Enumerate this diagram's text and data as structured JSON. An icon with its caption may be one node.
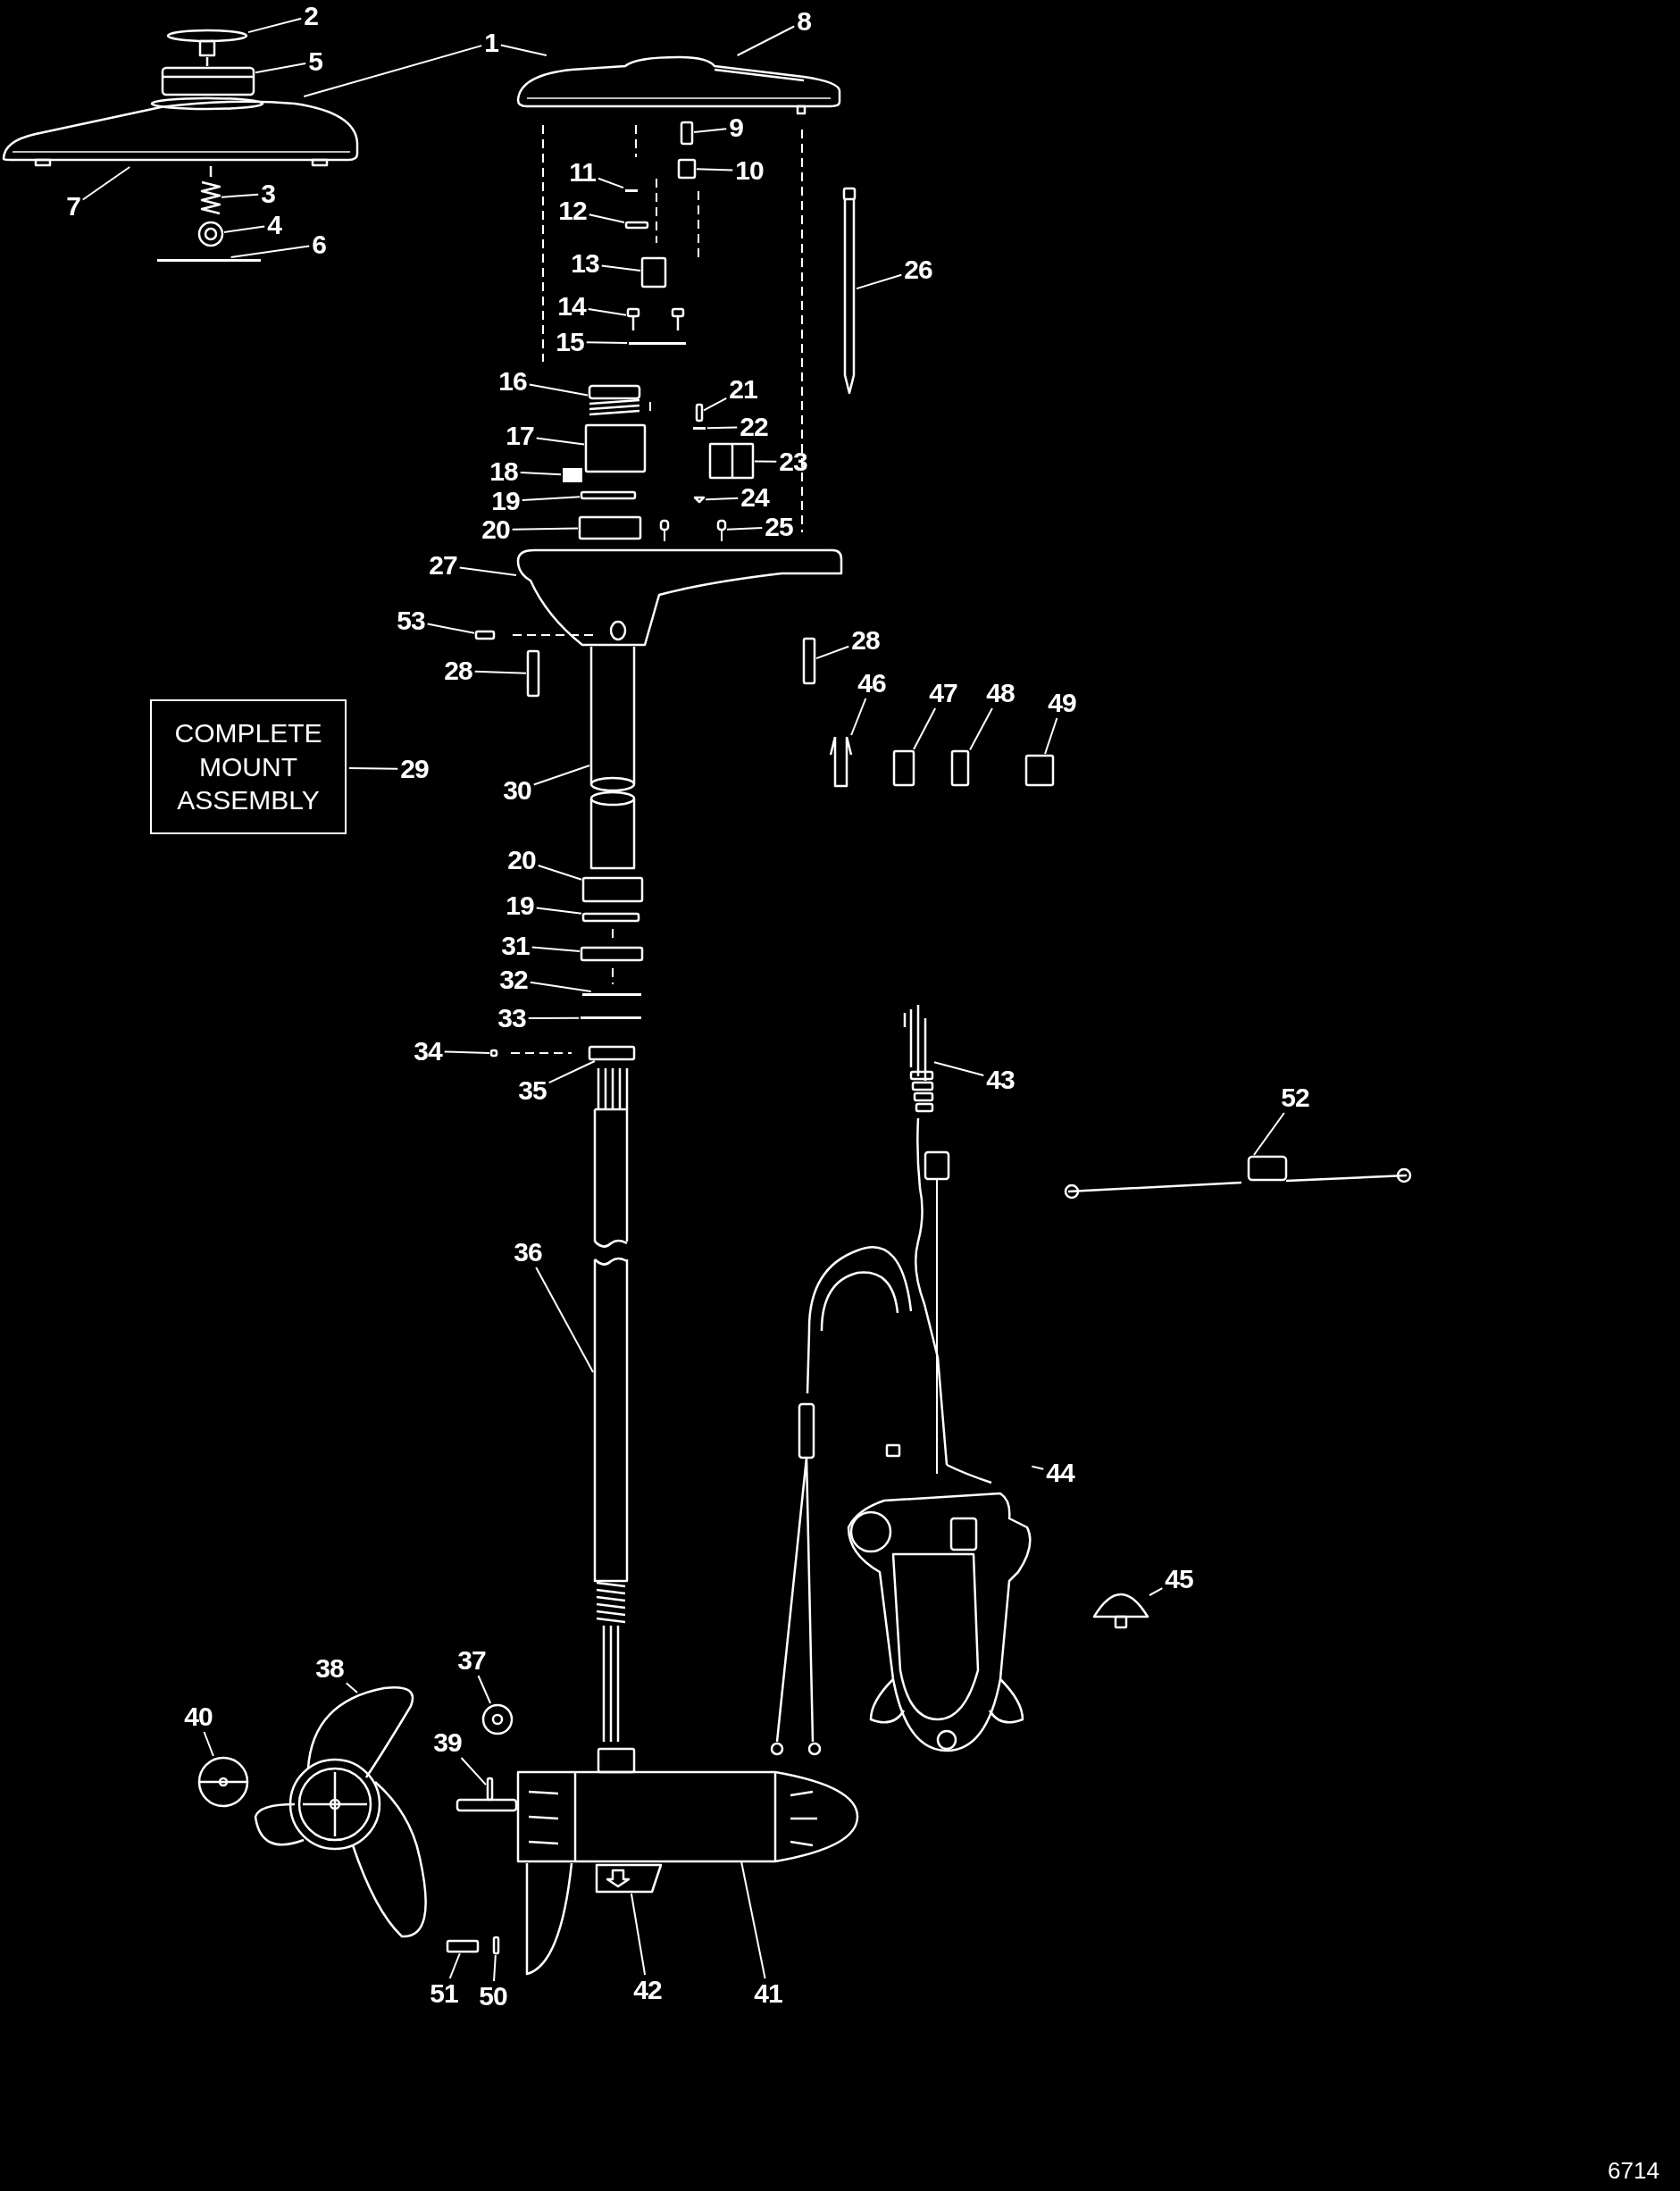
{
  "diagram": {
    "nodes": [
      {
        "text": [
          "2"
        ]
      },
      {
        "text": [
          "1"
        ]
      },
      {
        "text": [
          "8"
        ]
      },
      {
        "text": [
          "5"
        ]
      },
      {
        "text": [
          "9"
        ]
      },
      {
        "text": [
          "10"
        ]
      },
      {
        "text": [
          "11"
        ]
      },
      {
        "text": [
          "7"
        ]
      },
      {
        "text": [
          "3"
        ]
      },
      {
        "text": [
          "12"
        ]
      },
      {
        "text": [
          "4"
        ]
      },
      {
        "text": [
          "6"
        ]
      },
      {
        "text": [
          "13"
        ]
      },
      {
        "text": [
          "26"
        ]
      },
      {
        "text": [
          "14"
        ]
      },
      {
        "text": [
          "15"
        ]
      },
      {
        "text": [
          "16"
        ]
      },
      {
        "text": [
          "21"
        ]
      },
      {
        "text": [
          "22"
        ]
      },
      {
        "text": [
          "17"
        ]
      },
      {
        "text": [
          "23"
        ]
      },
      {
        "text": [
          "18"
        ]
      },
      {
        "text": [
          "24"
        ]
      },
      {
        "text": [
          "19"
        ]
      },
      {
        "text": [
          "25"
        ]
      },
      {
        "text": [
          "20"
        ]
      },
      {
        "text": [
          "27"
        ]
      },
      {
        "text": [
          "53"
        ]
      },
      {
        "text": [
          "28"
        ]
      },
      {
        "text": [
          "28"
        ]
      },
      {
        "text": [
          "46"
        ]
      },
      {
        "text": [
          "47"
        ]
      },
      {
        "text": [
          "48"
        ]
      },
      {
        "text": [
          "49"
        ]
      },
      {
        "text": [
          "COMPLETE MOUNT ASSEMBLY"
        ]
      },
      {
        "text": [
          "29"
        ]
      },
      {
        "text": [
          "30"
        ]
      },
      {
        "text": [
          "20"
        ]
      },
      {
        "text": [
          "19"
        ]
      },
      {
        "text": [
          "31"
        ]
      },
      {
        "text": [
          "32"
        ]
      },
      {
        "text": [
          "33"
        ]
      },
      {
        "text": [
          "34"
        ]
      },
      {
        "text": [
          "35"
        ]
      },
      {
        "text": [
          "43"
        ]
      },
      {
        "text": [
          "52"
        ]
      },
      {
        "text": [
          "36"
        ]
      },
      {
        "text": [
          "44"
        ]
      },
      {
        "text": [
          "45"
        ]
      },
      {
        "text": [
          "37"
        ]
      },
      {
        "text": [
          "40"
        ]
      },
      {
        "text": [
          "38"
        ]
      },
      {
        "text": [
          "39"
        ]
      },
      {
        "text": [
          "41"
        ]
      },
      {
        "text": [
          "42"
        ]
      },
      {
        "text": [
          "51"
        ]
      },
      {
        "text": [
          "50"
        ]
      },
      {
        "text": [],
        "shape": "picture"
      },
      {
        "text": [],
        "shape": "picture"
      },
      {
        "text": [],
        "shape": "picture"
      },
      {
        "text": [],
        "shape": "picture"
      },
      {
        "text": [],
        "shape": "box"
      },
      {
        "text": [],
        "shape": "box"
      },
      {
        "text": [],
        "shape": "bar"
      },
      {
        "text": [],
        "shape": "picture"
      },
      {
        "text": [],
        "shape": "box"
      },
      {
        "text": [],
        "shape": "picture"
      },
      {
        "text": [],
        "shape": "bar"
      },
      {
        "text": [],
        "shape": "box"
      },
      {
        "text": [],
        "shape": "picture"
      },
      {
        "text": [],
        "shape": "picture"
      },
      {
        "text": [],
        "shape": "bar"
      },
      {
        "text": [],
        "shape": "picture"
      },
      {
        "text": [],
        "shape": "box"
      },
      {
        "text": [],
        "shape": "bar"
      },
      {
        "text": [],
        "shape": "box"
      },
      {
        "text": [],
        "shape": "picture"
      },
      {
        "text": [],
        "shape": "bar"
      },
      {
        "text": [],
        "shape": "triangle"
      },
      {
        "text": [],
        "shape": "box"
      },
      {
        "text": [],
        "shape": "picture"
      },
      {
        "text": [],
        "shape": "box"
      },
      {
        "text": [],
        "shape": "picture"
      },
      {
        "text": [],
        "shape": "box"
      },
      {
        "text": [],
        "shape": "box"
      },
      {
        "text": [],
        "shape": "box"
      },
      {
        "text": [],
        "shape": "picture"
      },
      {
        "text": [],
        "shape": "box"
      },
      {
        "text": [],
        "shape": "box"
      },
      {
        "text": [],
        "shape": "box"
      },
      {
        "text": [],
        "shape": "picture"
      },
      {
        "text": [],
        "shape": "box"
      },
      {
        "text": [],
        "shape": "box"
      },
      {
        "text": [],
        "shape": "box"
      },
      {
        "text": [],
        "shape": "bar"
      },
      {
        "text": [],
        "shape": "bar"
      },
      {
        "text": [],
        "shape": "box"
      },
      {
        "text": [],
        "shape": "box"
      },
      {
        "text": [],
        "shape": "picture"
      },
      {
        "text": [],
        "shape": "picture"
      },
      {
        "text": [],
        "shape": "picture"
      },
      {
        "text": [],
        "shape": "picture"
      },
      {
        "text": [],
        "shape": "picture"
      },
      {
        "text": [],
        "shape": "picture"
      },
      {
        "text": [],
        "shape": "picture"
      },
      {
        "text": [],
        "shape": "picture"
      },
      {
        "text": [],
        "shape": "box"
      },
      {
        "text": [],
        "shape": "picture"
      },
      {
        "text": [],
        "shape": "picture"
      },
      {
        "text": [],
        "shape": "box"
      },
      {
        "text": [],
        "shape": "box"
      }
    ],
    "edges": [
      {
        "from": 0,
        "to": 57,
        "arrow": "none"
      },
      {
        "from": 1,
        "to": 58,
        "arrow": "none"
      },
      {
        "from": 1,
        "to": 59,
        "arrow": "none"
      },
      {
        "from": 2,
        "to": 59,
        "arrow": "none"
      },
      {
        "from": 3,
        "to": 60,
        "arrow": "none"
      },
      {
        "from": 4,
        "to": 61,
        "arrow": "none"
      },
      {
        "from": 5,
        "to": 62,
        "arrow": "none"
      },
      {
        "from": 6,
        "to": 63,
        "arrow": "none"
      },
      {
        "from": 7,
        "to": 58,
        "arrow": "none"
      },
      {
        "from": 8,
        "to": 64,
        "arrow": "none"
      },
      {
        "from": 9,
        "to": 65,
        "arrow": "none"
      },
      {
        "from": 10,
        "to": 66,
        "arrow": "none"
      },
      {
        "from": 11,
        "to": 67,
        "arrow": "none"
      },
      {
        "from": 12,
        "to": 68,
        "arrow": "none"
      },
      {
        "from": 13,
        "to": 69,
        "arrow": "none"
      },
      {
        "from": 14,
        "to": 70,
        "arrow": "none"
      },
      {
        "from": 15,
        "to": 71,
        "arrow": "none"
      },
      {
        "from": 16,
        "to": 72,
        "arrow": "none"
      },
      {
        "from": 17,
        "to": 73,
        "arrow": "none"
      },
      {
        "from": 18,
        "to": 74,
        "arrow": "none"
      },
      {
        "from": 19,
        "to": 75,
        "arrow": "none"
      },
      {
        "from": 20,
        "to": 76,
        "arrow": "none"
      },
      {
        "from": 21,
        "to": 77,
        "arrow": "none"
      },
      {
        "from": 22,
        "to": 78,
        "arrow": "none"
      },
      {
        "from": 23,
        "to": 79,
        "arrow": "none"
      },
      {
        "from": 24,
        "to": 80,
        "arrow": "none"
      },
      {
        "from": 25,
        "to": 81,
        "arrow": "none"
      },
      {
        "from": 26,
        "to": 82,
        "arrow": "none"
      },
      {
        "from": 27,
        "to": 83,
        "arrow": "none"
      },
      {
        "from": 28,
        "to": 84,
        "arrow": "none"
      },
      {
        "from": 29,
        "to": 85,
        "arrow": "none"
      },
      {
        "from": 30,
        "to": 86,
        "arrow": "none"
      },
      {
        "from": 31,
        "to": 87,
        "arrow": "none"
      },
      {
        "from": 32,
        "to": 88,
        "arrow": "none"
      },
      {
        "from": 33,
        "to": 89,
        "arrow": "none"
      },
      {
        "from": 35,
        "to": 34,
        "arrow": "none"
      },
      {
        "from": 36,
        "to": 90,
        "arrow": "none"
      },
      {
        "from": 37,
        "to": 91,
        "arrow": "none"
      },
      {
        "from": 38,
        "to": 92,
        "arrow": "none"
      },
      {
        "from": 39,
        "to": 93,
        "arrow": "none"
      },
      {
        "from": 40,
        "to": 94,
        "arrow": "none"
      },
      {
        "from": 41,
        "to": 95,
        "arrow": "none"
      },
      {
        "from": 42,
        "to": 96,
        "arrow": "none"
      },
      {
        "from": 43,
        "to": 97,
        "arrow": "none"
      },
      {
        "from": 44,
        "to": 98,
        "arrow": "none"
      },
      {
        "from": 45,
        "to": 99,
        "arrow": "none"
      },
      {
        "from": 46,
        "to": 100,
        "arrow": "none"
      },
      {
        "from": 47,
        "to": 101,
        "arrow": "none"
      },
      {
        "from": 48,
        "to": 102,
        "arrow": "none"
      },
      {
        "from": 49,
        "to": 103,
        "arrow": "none"
      },
      {
        "from": 50,
        "to": 104,
        "arrow": "none"
      },
      {
        "from": 51,
        "to": 105,
        "arrow": "none"
      },
      {
        "from": 52,
        "to": 106,
        "arrow": "none"
      },
      {
        "from": 53,
        "to": 107,
        "arrow": "none"
      },
      {
        "from": 54,
        "to": 108,
        "arrow": "none"
      },
      {
        "from": 55,
        "to": 109,
        "arrow": "none"
      },
      {
        "from": 56,
        "to": 110,
        "arrow": "none"
      }
    ],
    "labels": [
      "6714"
    ]
  }
}
